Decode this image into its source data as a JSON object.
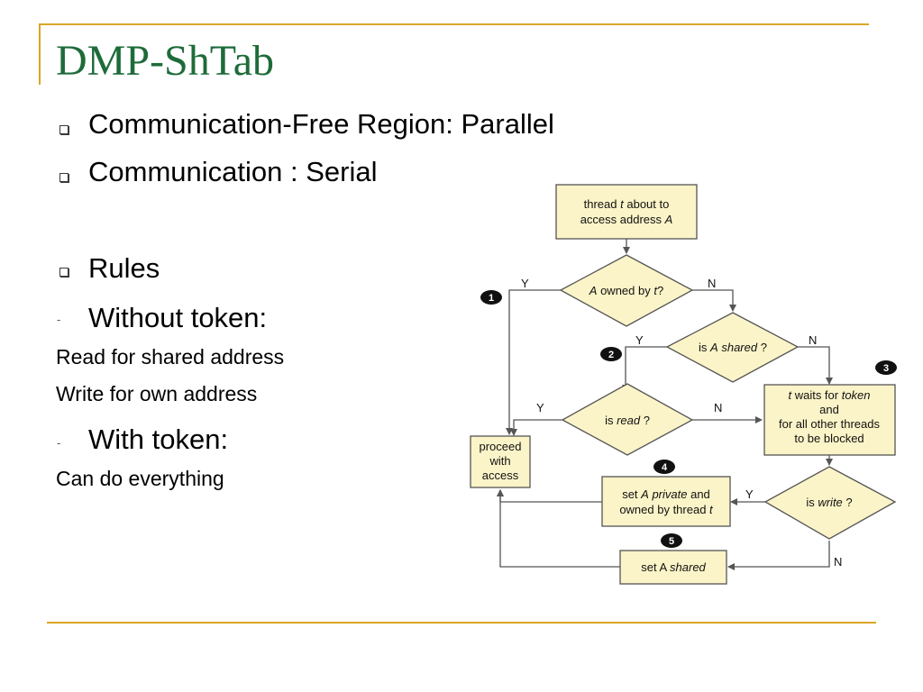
{
  "slide": {
    "title": "DMP-ShTab",
    "bullets": {
      "b1": "Communication-Free Region: Parallel",
      "b2": "Communication : Serial",
      "b3": "Rules",
      "b4": "Without token:",
      "b5": "Read for shared address",
      "b6": "Write for own address",
      "b7": "With token:",
      "b8": "Can do everything"
    },
    "dash_glyph": "-"
  },
  "flowchart": {
    "start": {
      "pre": "thread ",
      "t": "t",
      "post": " about to",
      "line2_pre": "access address ",
      "line2_a": "A"
    },
    "d1": {
      "a": "A",
      "rest": " owned by ",
      "t": "t",
      "q": "?"
    },
    "d2": {
      "pre": "is ",
      "a": "A",
      "sp": " ",
      "shared": "shared",
      "q": " ?"
    },
    "d3": {
      "pre": "is ",
      "read": "read",
      "q": " ?"
    },
    "d4": {
      "pre": "is ",
      "write": "write",
      "q": " ?"
    },
    "proceed": {
      "l1": "proceed",
      "l2": "with",
      "l3": "access"
    },
    "wait": {
      "t": "t",
      "l1_mid": " waits for ",
      "token": "token",
      "l2": "and",
      "l3": "for all other threads",
      "l4": "to be blocked"
    },
    "setprivate": {
      "pre": "set ",
      "a": "A",
      "sp": " ",
      "priv": "private",
      "post": " and",
      "l2": "owned by thread ",
      "t": "t"
    },
    "setshared": {
      "pre": "set A ",
      "shared": "shared"
    },
    "labels": {
      "y1": "Y",
      "n1": "N",
      "y2": "Y",
      "n2": "N",
      "y3": "Y",
      "n3": "N",
      "y4": "Y",
      "n4": "N"
    },
    "numbers": {
      "n1": "1",
      "n2": "2",
      "n3": "3",
      "n4": "4",
      "n5": "5"
    },
    "colors": {
      "fill": "#fbf4c8",
      "stroke": "#555555",
      "badge": "#111111"
    }
  }
}
